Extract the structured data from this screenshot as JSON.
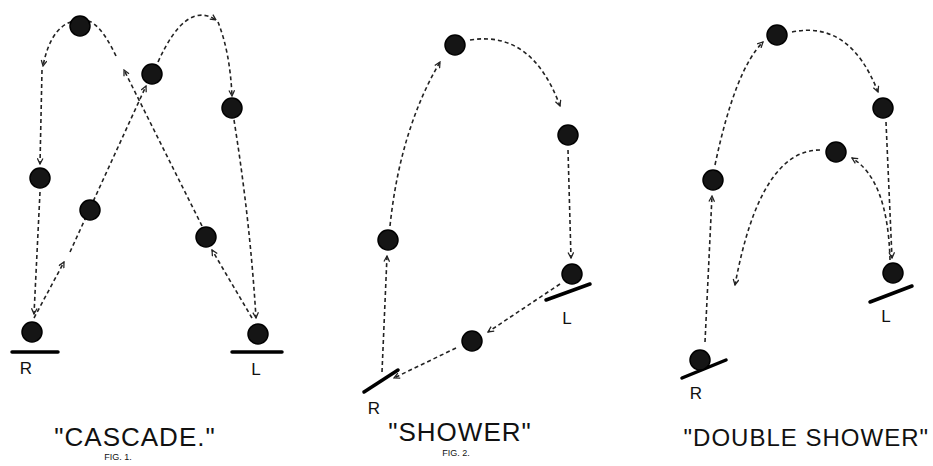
{
  "diagram": {
    "labels": [
      "R",
      "L",
      "\"CASCADE.\"",
      "FIG. 1.",
      "\"SHOWER\"",
      "FIG. 2.",
      "R",
      "L",
      "\"DOUBLE SHOWER\"",
      "R",
      "L"
    ]
  }
}
